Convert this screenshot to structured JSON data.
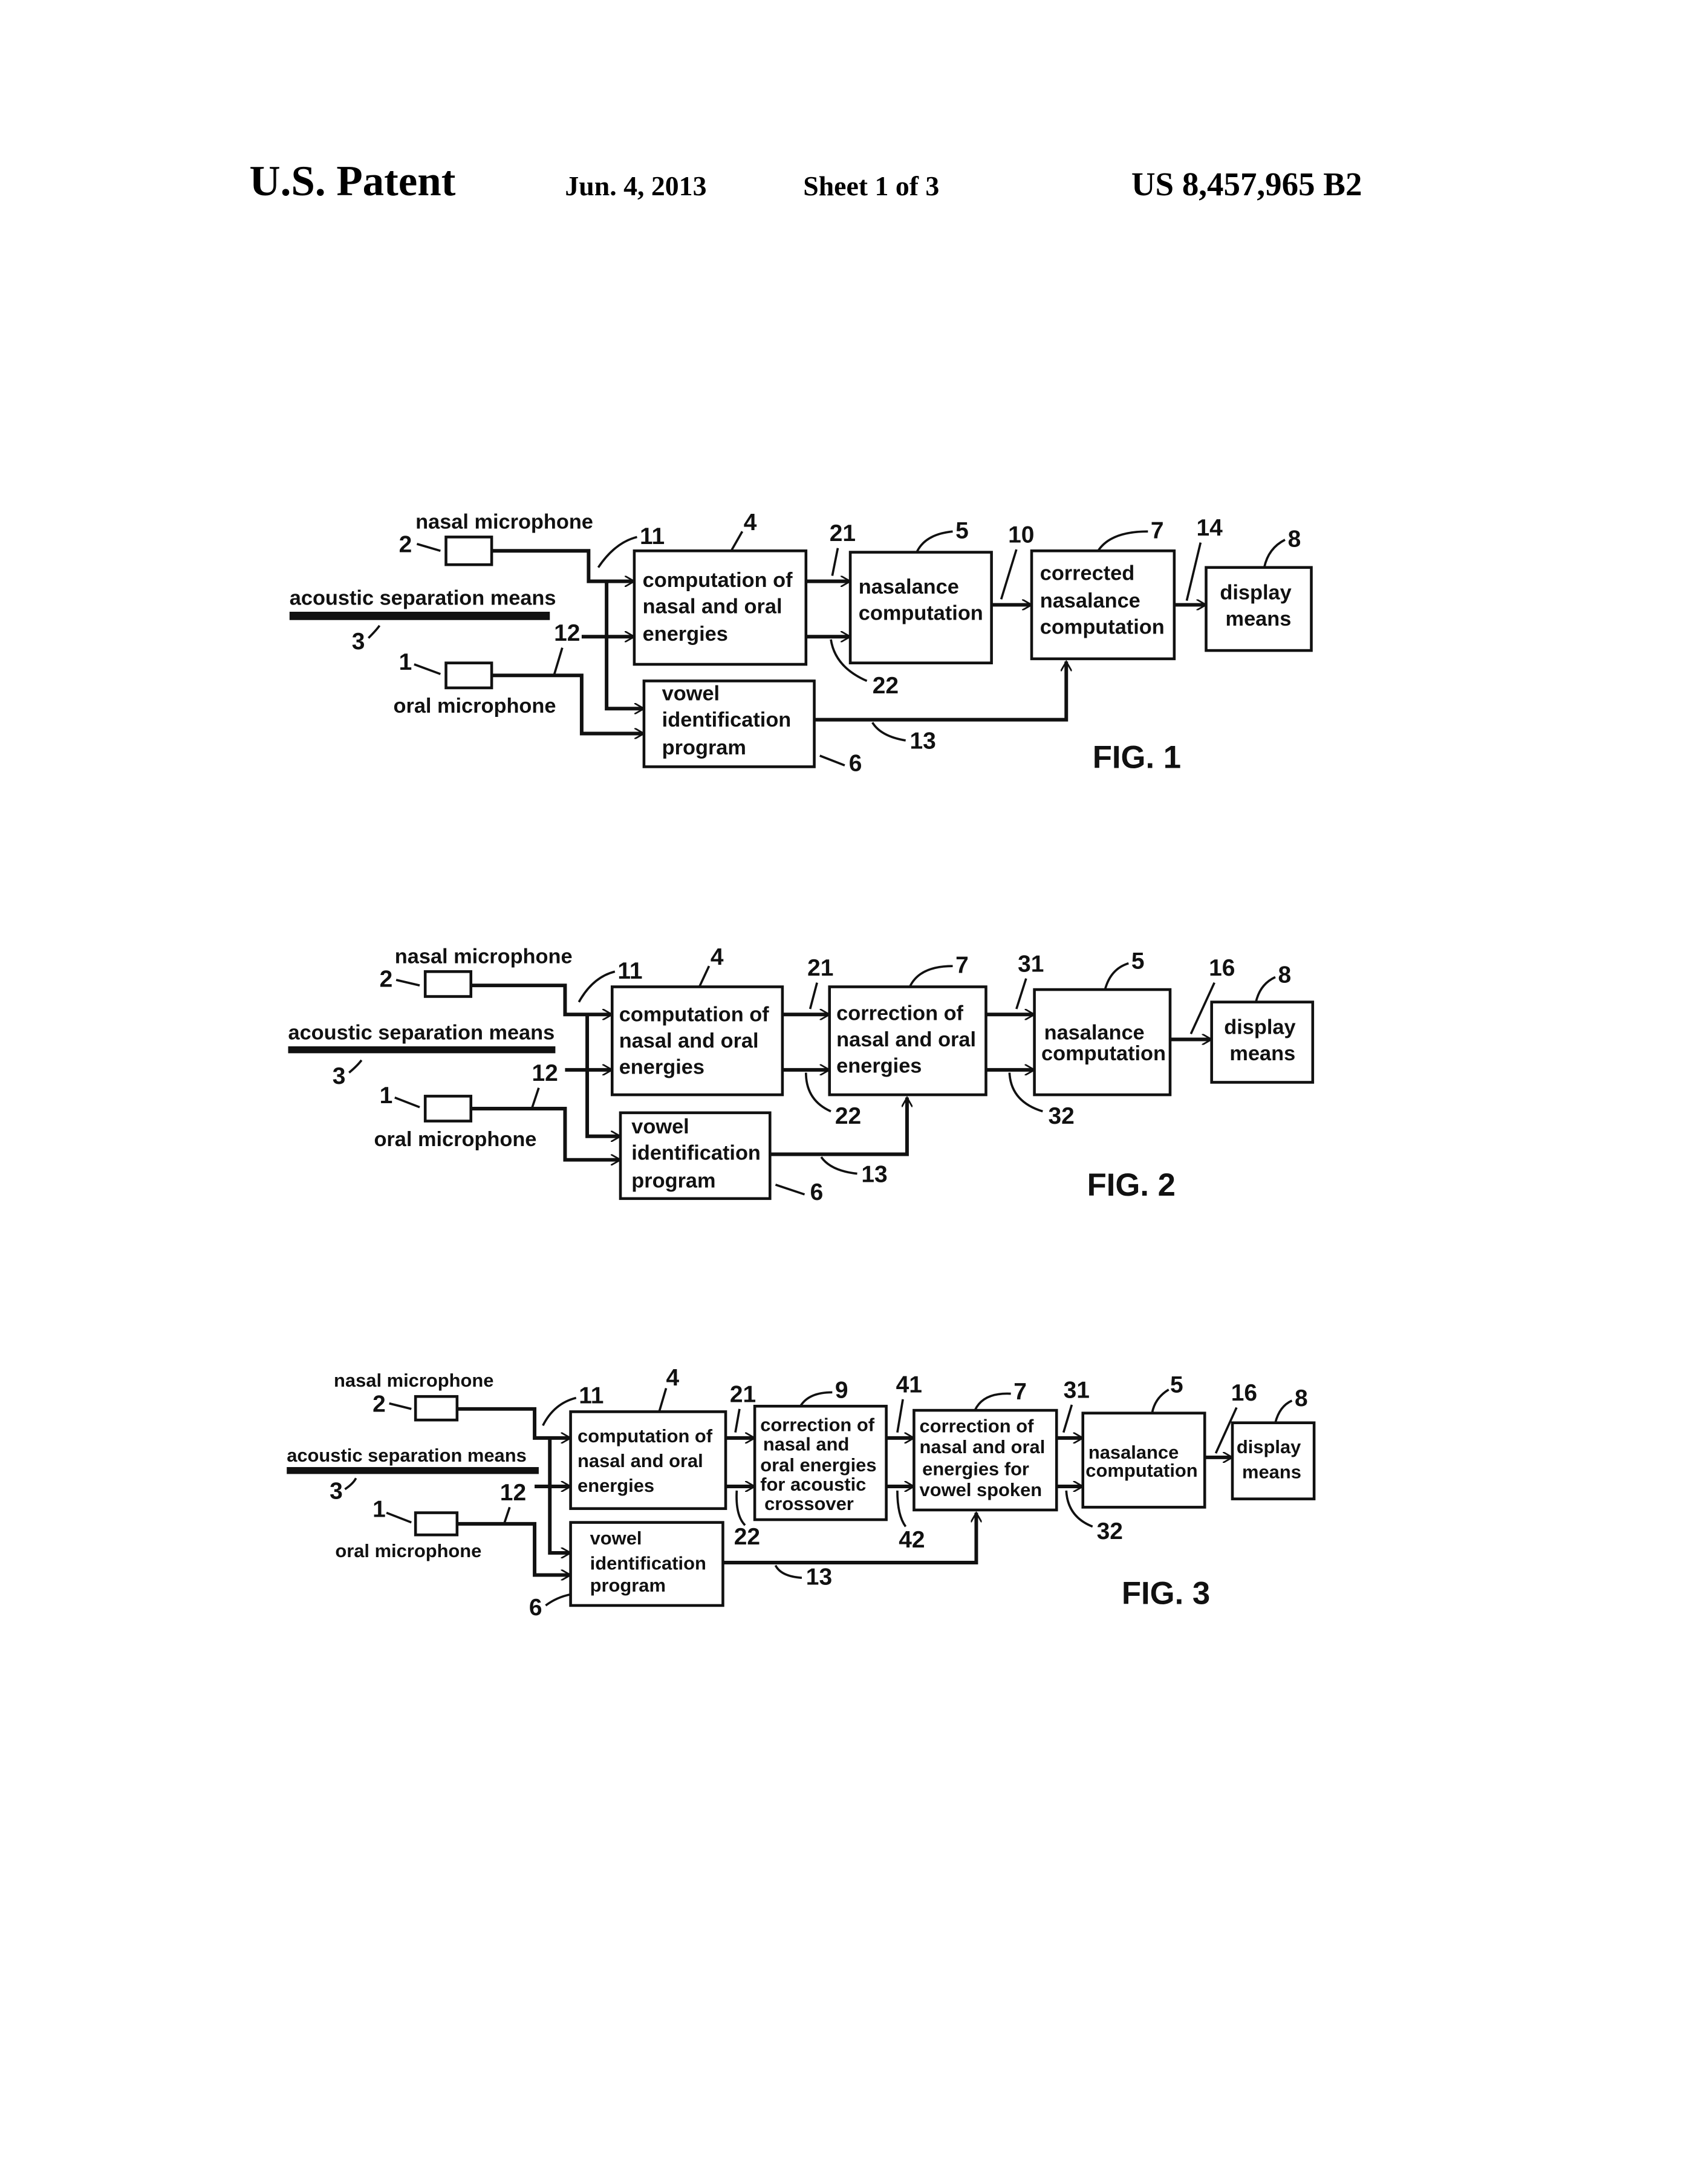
{
  "header": {
    "left": "U.S. Patent",
    "date": "Jun. 4, 2013",
    "sheet": "Sheet 1 of 3",
    "number": "US 8,457,965 B2"
  },
  "fig1": {
    "title": "FIG. 1",
    "nasal_mic": "nasal microphone",
    "oral_mic": "oral microphone",
    "separation": "acoustic separation means",
    "box4": [
      "computation of",
      "nasal and oral",
      "energies"
    ],
    "box5": [
      "nasalance",
      "computation"
    ],
    "box7": [
      "corrected",
      "nasalance",
      "computation"
    ],
    "box8": [
      "display",
      "means"
    ],
    "box6": [
      "vowel",
      "identification",
      "program"
    ],
    "refs": {
      "r1": "1",
      "r2": "2",
      "r3": "3",
      "r4": "4",
      "r5": "5",
      "r6": "6",
      "r7": "7",
      "r8": "8",
      "r10": "10",
      "r11": "11",
      "r12": "12",
      "r13": "13",
      "r14": "14",
      "r21": "21",
      "r22": "22"
    }
  },
  "fig2": {
    "title": "FIG. 2",
    "nasal_mic": "nasal microphone",
    "oral_mic": "oral microphone",
    "separation": "acoustic separation means",
    "box4": [
      "computation of",
      "nasal and oral",
      "energies"
    ],
    "box7": [
      "correction of",
      "nasal and oral",
      "energies"
    ],
    "box5": [
      "nasalance",
      "computation"
    ],
    "box8": [
      "display",
      "means"
    ],
    "box6": [
      "vowel",
      "identification",
      "program"
    ],
    "refs": {
      "r1": "1",
      "r2": "2",
      "r3": "3",
      "r4": "4",
      "r5": "5",
      "r6": "6",
      "r7": "7",
      "r8": "8",
      "r11": "11",
      "r12": "12",
      "r13": "13",
      "r16": "16",
      "r21": "21",
      "r22": "22",
      "r31": "31",
      "r32": "32"
    }
  },
  "fig3": {
    "title": "FIG. 3",
    "nasal_mic": "nasal microphone",
    "oral_mic": "oral microphone",
    "separation": "acoustic separation means",
    "box4": [
      "computation of",
      "nasal and oral",
      "energies"
    ],
    "box9": [
      "correction of",
      "nasal and",
      "oral energies",
      "for acoustic",
      "crossover"
    ],
    "box7": [
      "correction of",
      "nasal and oral",
      "energies for",
      "vowel spoken"
    ],
    "box5": [
      "nasalance",
      "computation"
    ],
    "box8": [
      "display",
      "means"
    ],
    "box6": [
      "vowel",
      "identification",
      "program"
    ],
    "refs": {
      "r1": "1",
      "r2": "2",
      "r3": "3",
      "r4": "4",
      "r5": "5",
      "r6": "6",
      "r7": "7",
      "r8": "8",
      "r9": "9",
      "r11": "11",
      "r12": "12",
      "r13": "13",
      "r16": "16",
      "r21": "21",
      "r22": "22",
      "r31": "31",
      "r32": "32",
      "r41": "41",
      "r42": "42"
    }
  }
}
